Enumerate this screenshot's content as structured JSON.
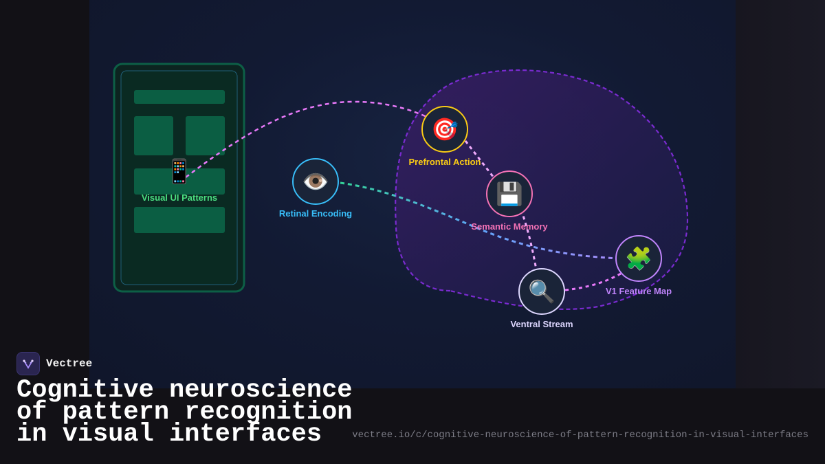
{
  "colors": {
    "brain_region_stroke": "#7a2bd0",
    "phone_border": "#0d5f46",
    "phone_fill": "#0a2a22",
    "phone_blocks": "#0b5e43"
  },
  "diagram": {
    "phone": {
      "icon": "mobile-phone-icon",
      "label": "Visual UI Patterns",
      "color": "#4ade80"
    },
    "nodes": {
      "retinal": {
        "label": "Retinal Encoding",
        "icon": "eye-icon",
        "glyph": "👁️",
        "color": "#38bdf8"
      },
      "prefrontal": {
        "label": "Prefrontal Action",
        "icon": "target-icon",
        "glyph": "🎯",
        "color": "#facc15"
      },
      "semantic": {
        "label": "Semantic Memory",
        "icon": "floppy-disk-icon",
        "glyph": "💾",
        "color": "#f472b6"
      },
      "v1": {
        "label": "V1 Feature Map",
        "icon": "puzzle-piece-icon",
        "glyph": "🧩",
        "color": "#c084fc"
      },
      "ventral": {
        "label": "Ventral Stream",
        "icon": "magnifier-icon",
        "glyph": "🔍",
        "color": "#ddd6fe"
      }
    }
  },
  "footer": {
    "brand": "Vectree",
    "brand_icon": "vectree-logo-icon",
    "title_lines": [
      "Cognitive neuroscience",
      "of pattern recognition",
      "in visual interfaces"
    ],
    "url": "vectree.io/c/cognitive-neuroscience-of-pattern-recognition-in-visual-interfaces"
  }
}
